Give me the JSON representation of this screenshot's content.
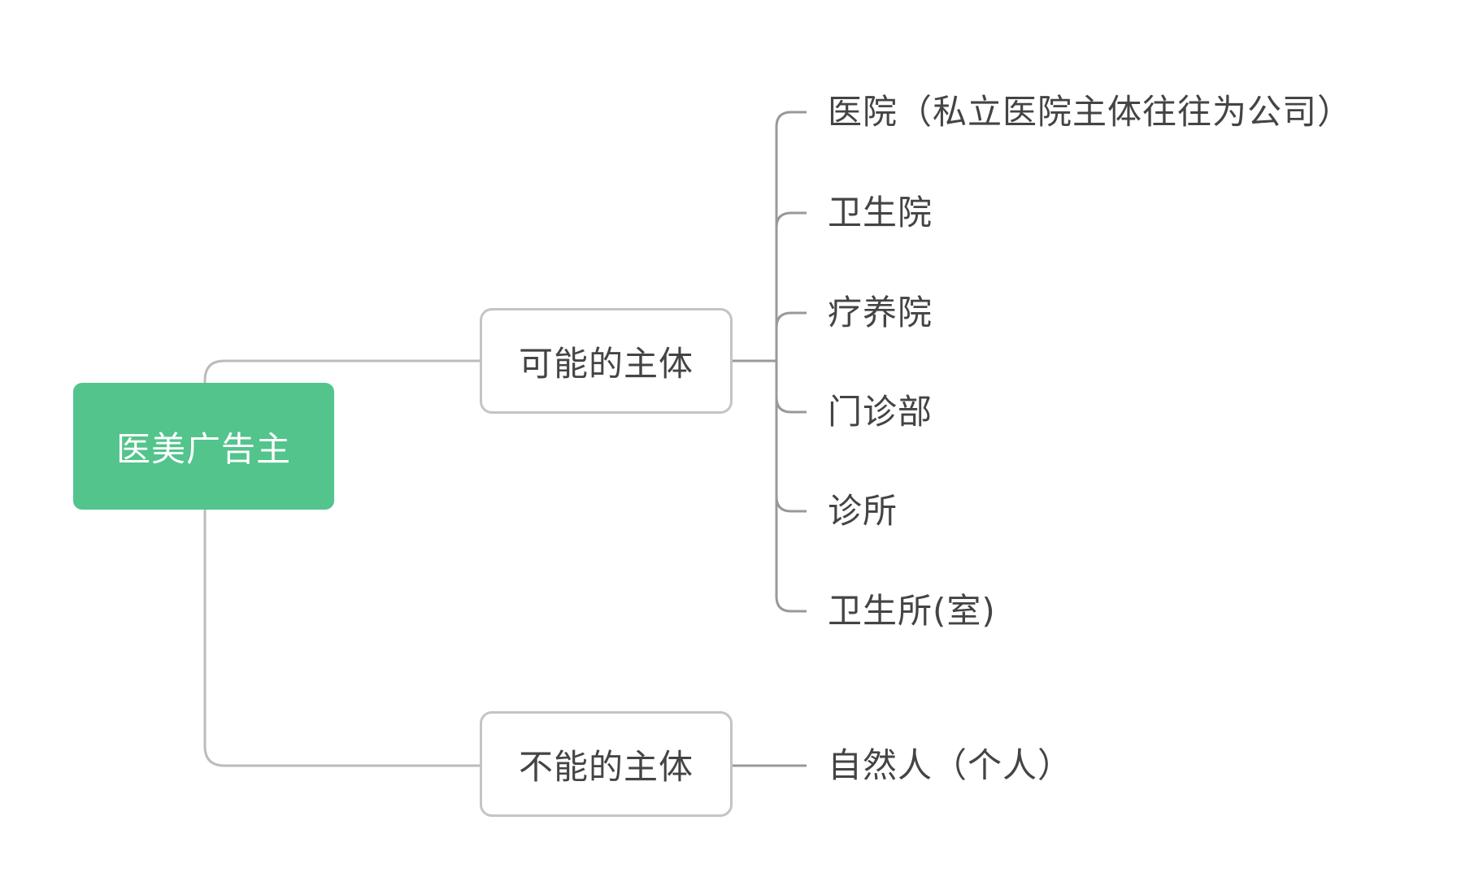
{
  "mindmap": {
    "root": {
      "label": "医美广告主",
      "color": "#52c48c"
    },
    "branches": [
      {
        "label": "可能的主体",
        "children": [
          "医院（私立医院主体往往为公司）",
          "卫生院",
          "疗养院",
          "门诊部",
          "诊所",
          "卫生所(室)"
        ]
      },
      {
        "label": "不能的主体",
        "children": [
          "自然人（个人）"
        ]
      }
    ]
  }
}
